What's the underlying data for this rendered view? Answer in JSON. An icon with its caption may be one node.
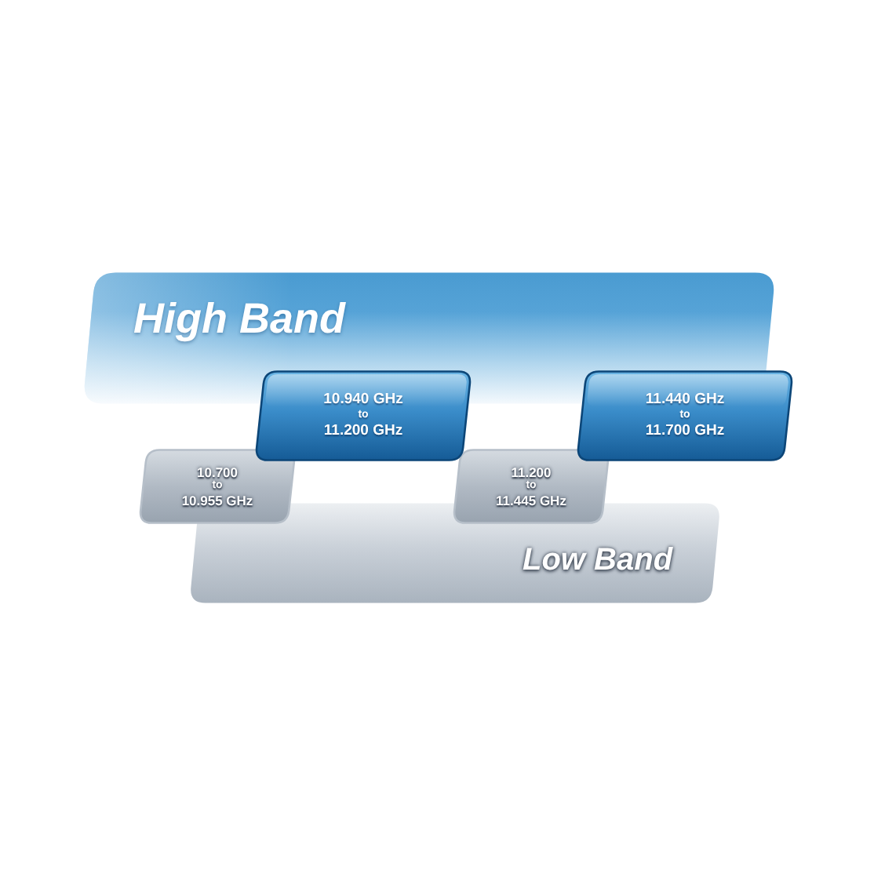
{
  "diagram": {
    "nodes": [
      {
        "text": [
          "High Band"
        ]
      },
      {
        "text": [
          "10.940 GHz",
          "to",
          "11.200 GHz"
        ]
      },
      {
        "text": [
          "11.440 GHz",
          "to",
          "11.700 GHz"
        ]
      },
      {
        "text": [
          "10.700",
          "to",
          "10.955 GHz"
        ]
      },
      {
        "text": [
          "11.200",
          "to",
          "11.445 GHz"
        ]
      },
      {
        "text": [
          "Low Band"
        ]
      }
    ]
  }
}
